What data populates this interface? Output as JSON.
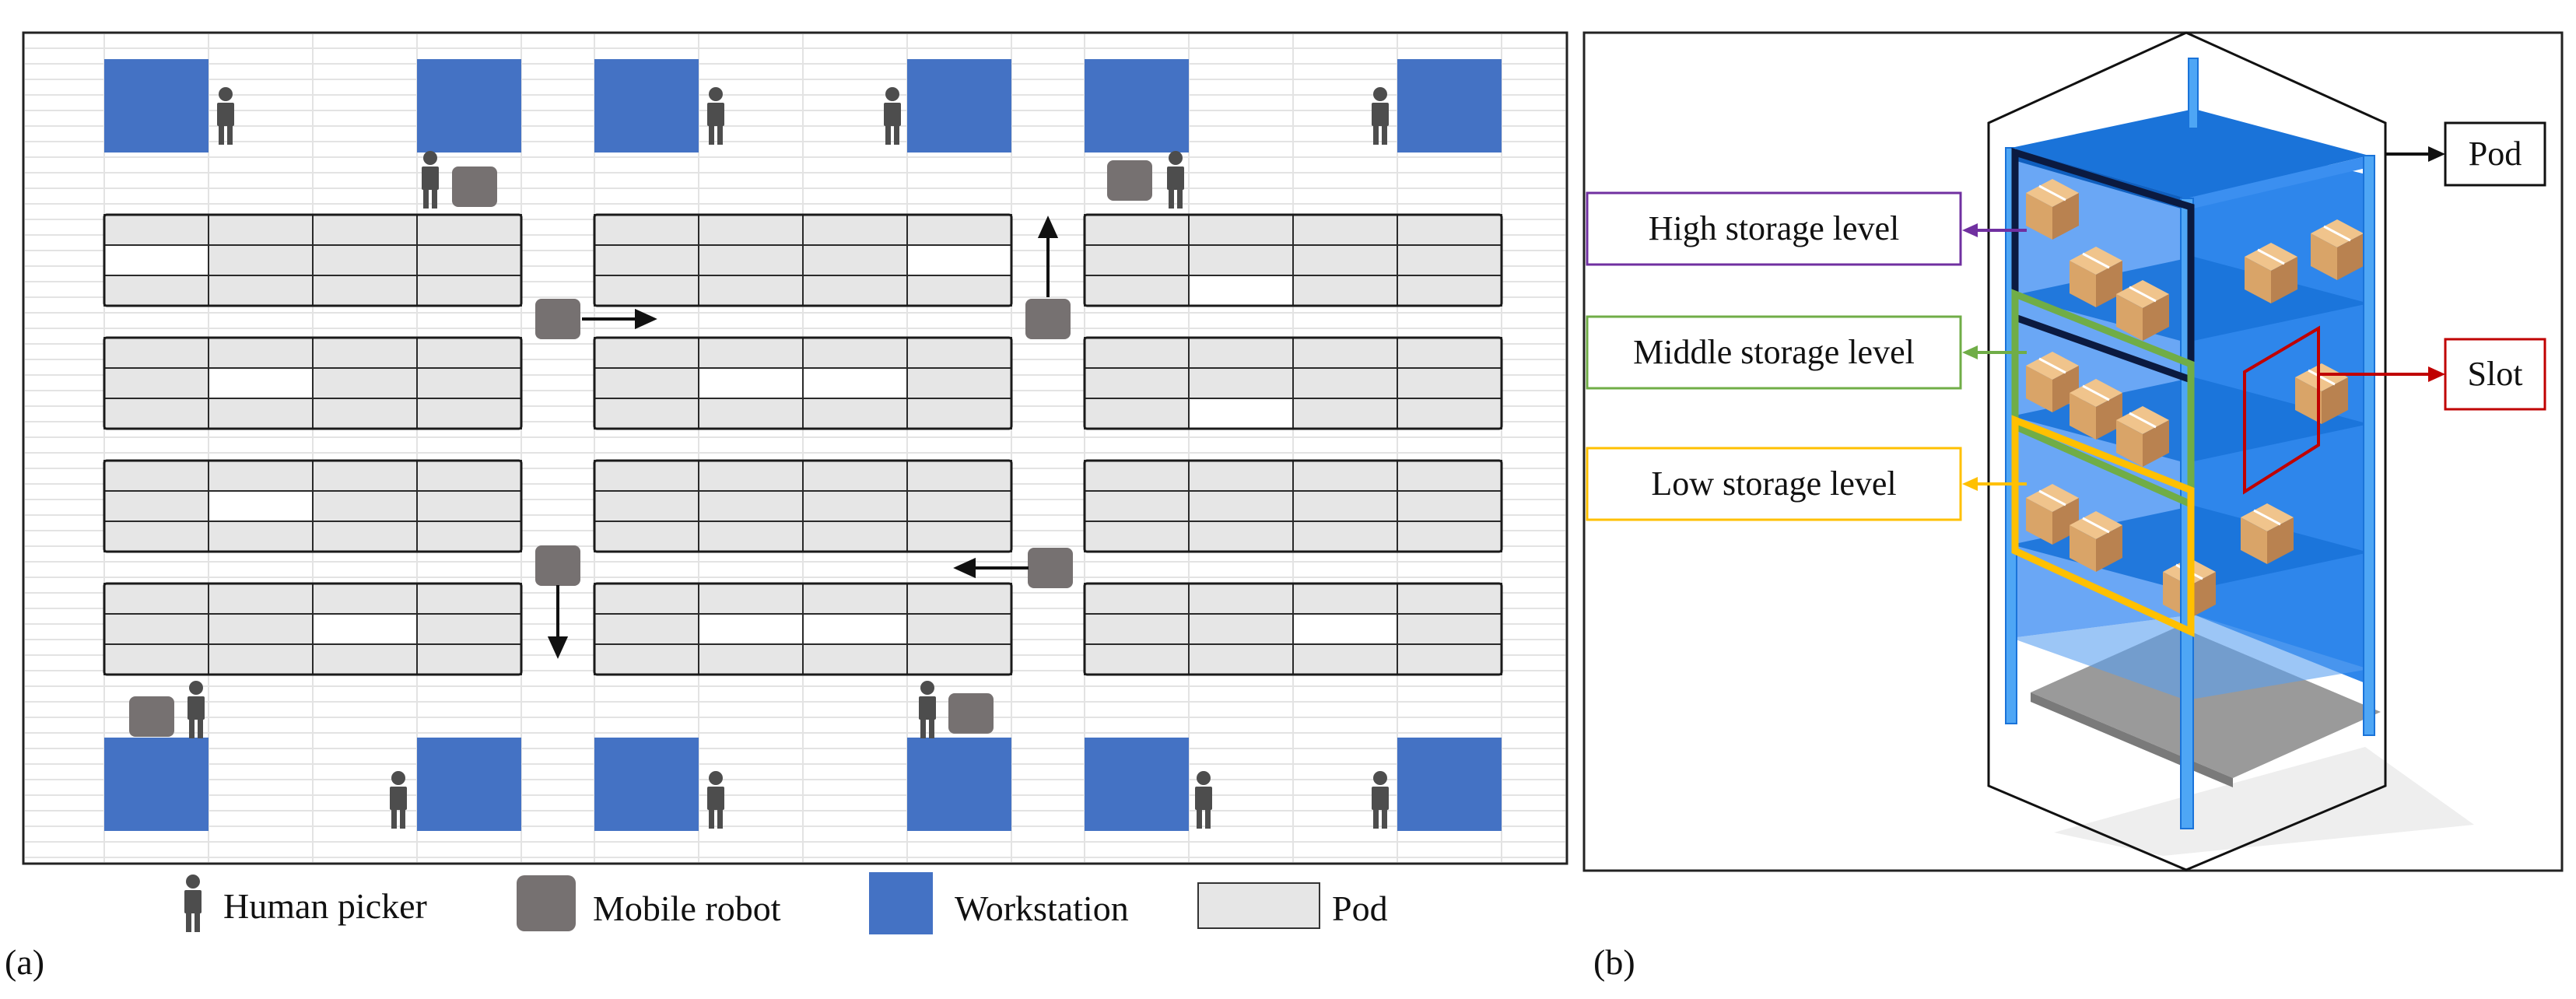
{
  "panel_a": {
    "label": "(a)",
    "legend": {
      "human_picker": "Human picker",
      "mobile_robot": "Mobile robot",
      "workstation": "Workstation",
      "pod": "Pod"
    }
  },
  "panel_b": {
    "label": "(b)",
    "labels": {
      "pod": "Pod",
      "high": "High storage level",
      "middle": "Middle storage level",
      "low": "Low storage level",
      "slot": "Slot"
    }
  },
  "colors": {
    "workstation": "#4472c4",
    "pod_fill": "#e6e6e6",
    "robot": "#767171",
    "picker": "#4d4d4d",
    "high_level": "#7030a0",
    "middle_level": "#70ad47",
    "low_level": "#ffc000",
    "slot": "#c00000",
    "rack_blue": "#1f7ee6",
    "box": "#d9a468"
  },
  "icons": {
    "picker": "human-picker-icon",
    "robot": "mobile-robot-icon",
    "workstation": "workstation-icon",
    "pod": "pod-icon"
  }
}
